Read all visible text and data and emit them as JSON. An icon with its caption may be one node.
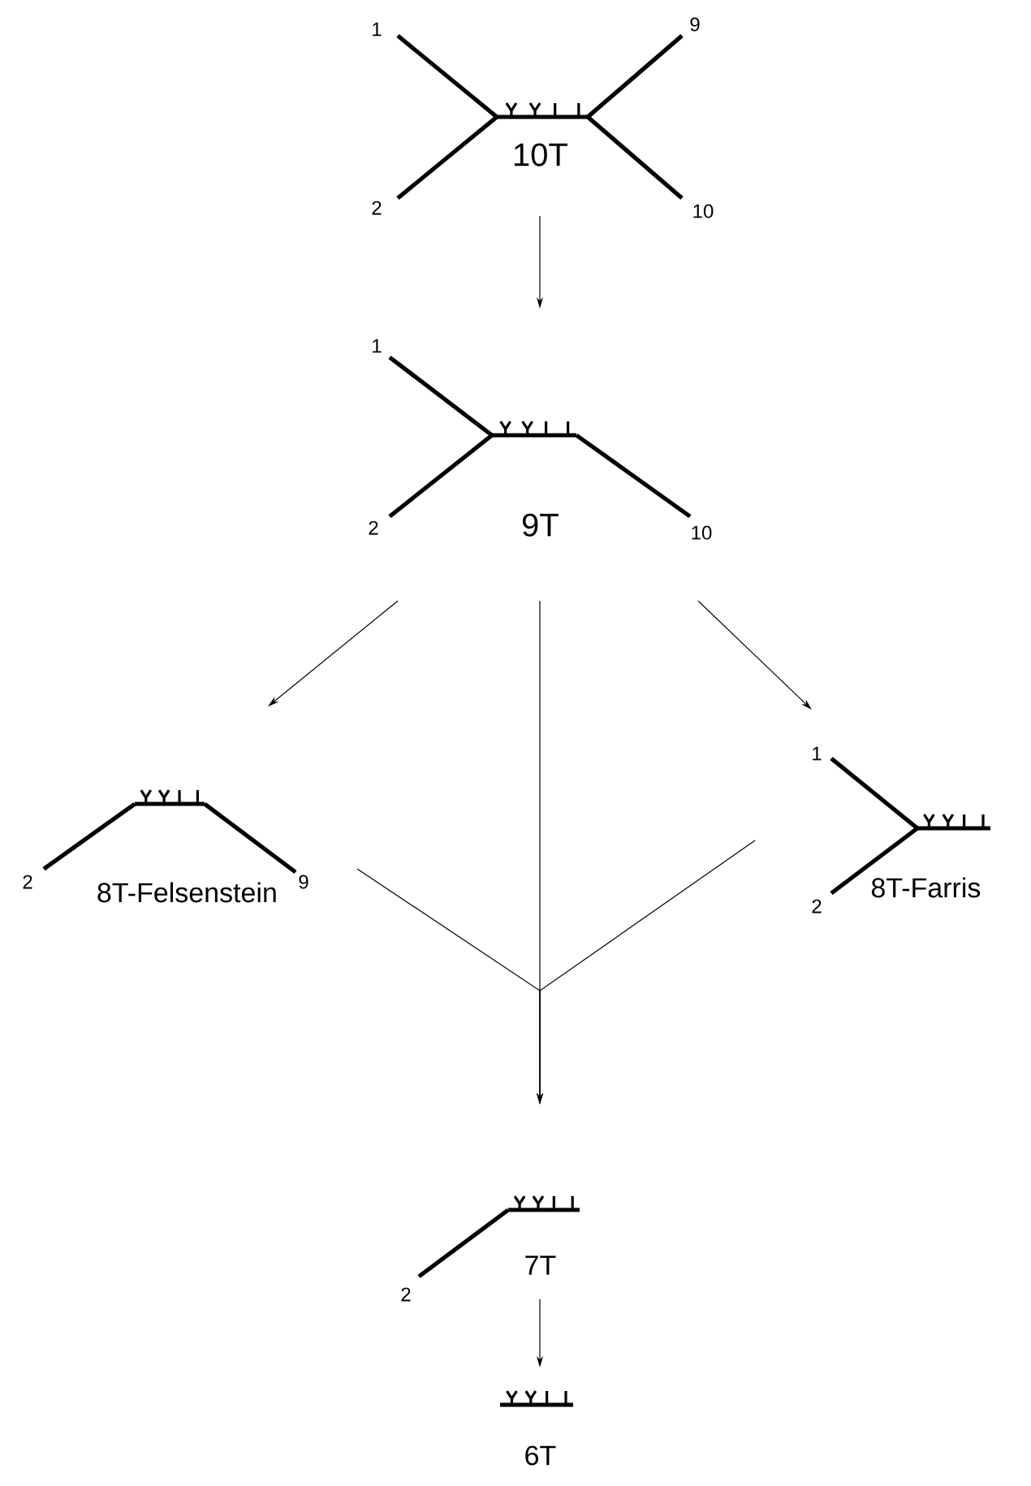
{
  "diagram": {
    "nodes": [
      {
        "text": [
          "10T"
        ]
      },
      {
        "text": [
          "9T"
        ]
      },
      {
        "text": [
          "8T-Felsenstein"
        ]
      },
      {
        "text": [
          "8T-Farris"
        ]
      },
      {
        "text": [
          "7T"
        ]
      },
      {
        "text": [
          "6T"
        ]
      }
    ],
    "edges": [
      {
        "from": 0,
        "to": 1,
        "arrow": "to"
      },
      {
        "from": 1,
        "to": 2,
        "arrow": "to"
      },
      {
        "from": 1,
        "to": 3,
        "arrow": "to"
      },
      {
        "from": 1,
        "to": 4,
        "arrow": "to"
      },
      {
        "from": 2,
        "to": 4,
        "arrow": "to"
      },
      {
        "from": 3,
        "to": 4,
        "arrow": "to"
      },
      {
        "from": 4,
        "to": 5,
        "arrow": "to"
      }
    ],
    "labels": [
      "1",
      "9",
      "2",
      "10",
      "1",
      "2",
      "10",
      "1",
      "2",
      "9",
      "2",
      "2"
    ]
  }
}
